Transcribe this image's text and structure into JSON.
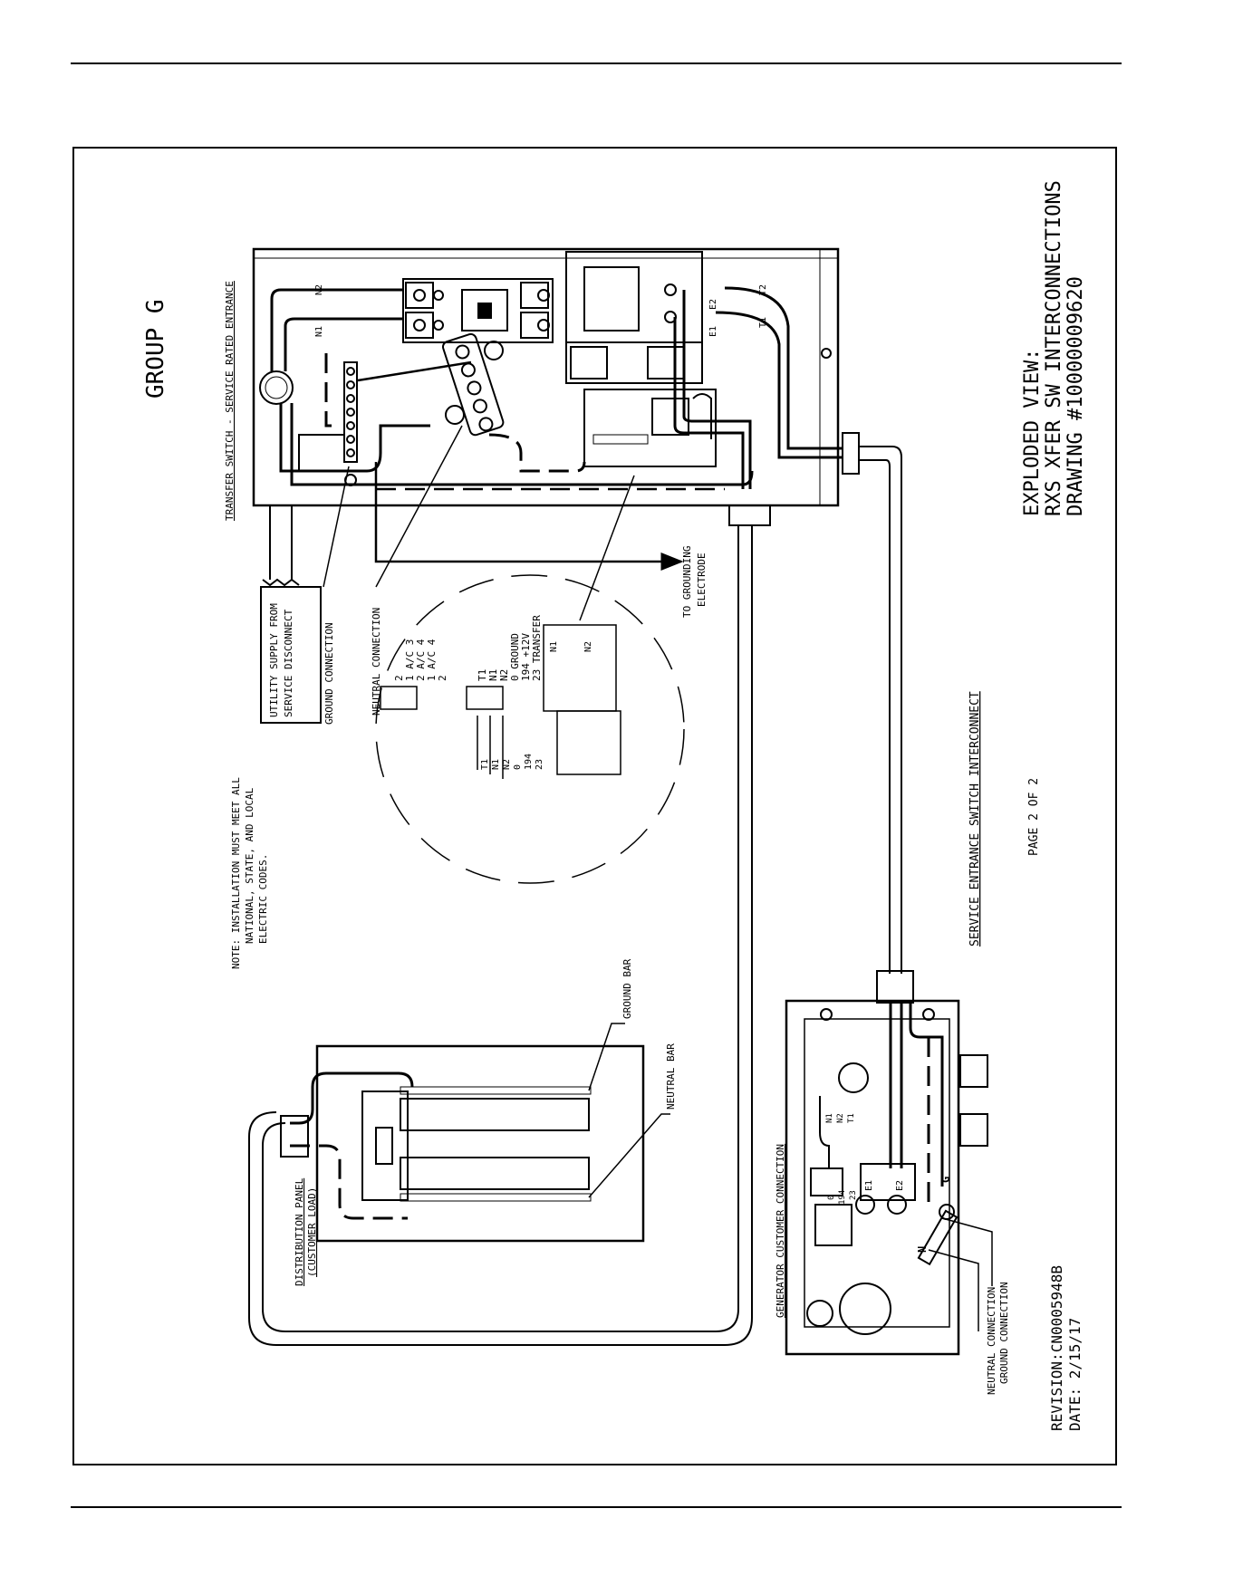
{
  "title": "GROUP G",
  "ts_title": "TRANSFER SWITCH - SERVICE RATED ENTRANCE",
  "utility_supply": [
    "UTILITY SUPPLY FROM",
    "SERVICE DISCONNECT"
  ],
  "labels": {
    "ground_connection": "GROUND CONNECTION",
    "neutral_connection": "NEUTRAL CONNECTION",
    "grounding_electrode": [
      "TO GROUNDING",
      "ELECTRODE"
    ],
    "ground_bar": "GROUND BAR",
    "neutral_bar": "NEUTRAL BAR",
    "dist_panel": [
      "DISTRIBUTION PANEL",
      "(CUSTOMER LOAD)"
    ],
    "gen_title": "GENERATOR CUSTOMER CONNECTION",
    "gen_neutral": "NEUTRAL CONNECTION",
    "gen_ground": "GROUND CONNECTION",
    "interconnect": "SERVICE ENTRANCE SWITCH INTERCONNECT",
    "page": "PAGE 2 OF 2"
  },
  "note": [
    "NOTE: INSTALLATION MUST MEET ALL",
    "NATIONAL, STATE, AND LOCAL",
    "ELECTRIC CODES."
  ],
  "terminal_block_a": [
    "2",
    "1 A/C 3",
    "2 A/C 4",
    "1 A/C 4",
    "2"
  ],
  "terminal_block_b": [
    "T1",
    "N1",
    "N2",
    "0 GROUND",
    "194 +12V",
    "23 TRANSFER"
  ],
  "wire_tags": [
    "T1",
    "N1",
    "N2",
    "0",
    "194",
    "23"
  ],
  "switch_terms": {
    "n1": "N1",
    "n2": "N2",
    "e1": "E1",
    "e2": "E2",
    "t1": "T1",
    "t2": "T2"
  },
  "gen_terms": {
    "n1": "N1",
    "n2": "N2",
    "t1": "T1",
    "w0": "0",
    "w194": "194",
    "w23": "23",
    "e1": "E1",
    "e2": "E2",
    "n": "N",
    "g": "G"
  },
  "detail_n1": "N1",
  "detail_n2": "N2",
  "exploded": [
    "EXPLODED VIEW:",
    "RXS XFER SW INTERCONNECTIONS",
    "DRAWING #10000009620"
  ],
  "revision": [
    "REVISION:CN0005948B",
    "DATE: 2/15/17"
  ]
}
